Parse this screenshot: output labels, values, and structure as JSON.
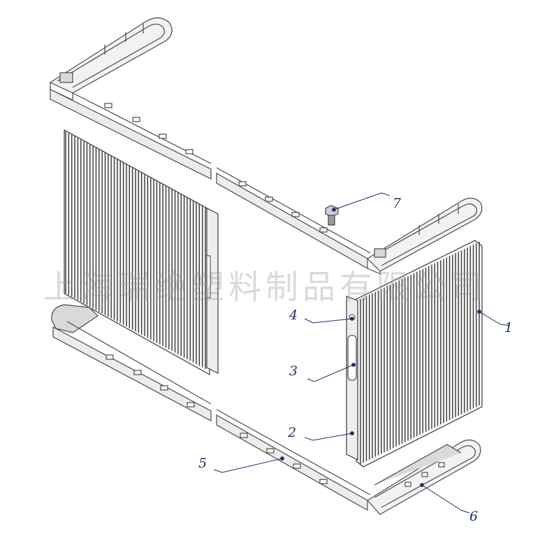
{
  "watermark": "上海瑞绝塑料制品有限公司",
  "callouts": [
    {
      "id": "1",
      "label": "1"
    },
    {
      "id": "2",
      "label": "2"
    },
    {
      "id": "3",
      "label": "3"
    },
    {
      "id": "4",
      "label": "4"
    },
    {
      "id": "5",
      "label": "5"
    },
    {
      "id": "6",
      "label": "6"
    },
    {
      "id": "7",
      "label": "7"
    }
  ],
  "colors": {
    "line": "#4a4a4a",
    "fin": "#3a3a3a",
    "leader": "#1f2f66",
    "shade": "#d9d9d9"
  }
}
